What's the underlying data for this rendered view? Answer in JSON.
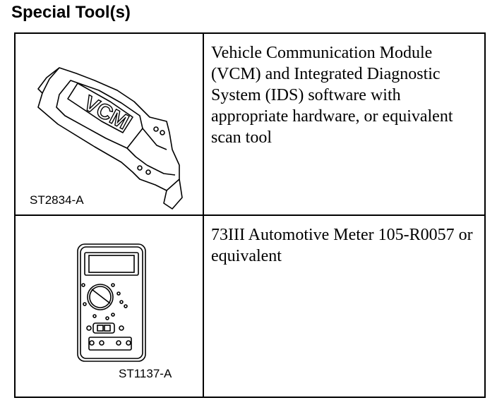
{
  "heading": "Special Tool(s)",
  "tools": [
    {
      "illustration_code": "ST2834-A",
      "illustration_text": "VCM",
      "description": "Vehicle Communication Module (VCM) and Integrated Diagnostic System (IDS) software with appropriate hardware, or equivalent scan tool"
    },
    {
      "illustration_code": "ST1137-A",
      "description": "73III Automotive Meter 105-R0057 or equivalent"
    }
  ]
}
